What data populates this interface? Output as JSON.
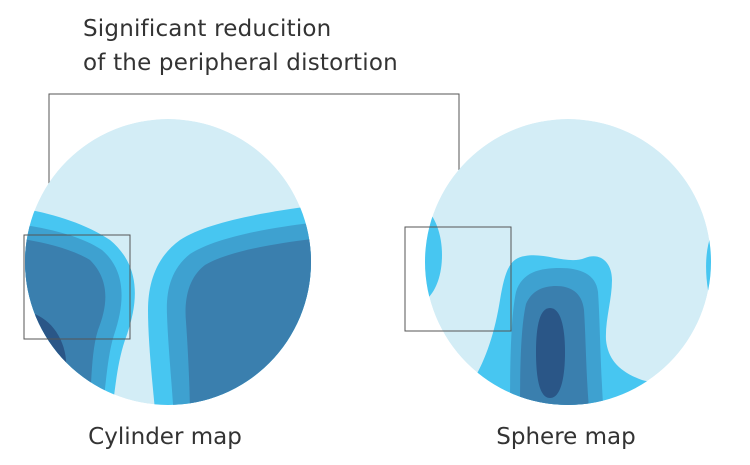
{
  "annotation": {
    "line1": "Significant reducition",
    "line2": "of the peripheral distortion"
  },
  "maps": [
    {
      "label": "Cylinder map"
    },
    {
      "label": "Sphere map"
    }
  ],
  "colors": {
    "background_circle": "#d3edf6",
    "band_1": "#47c6f1",
    "band_2": "#3ea1d0",
    "band_3": "#3a7fae",
    "band_4": "#2a5687",
    "callout_line": "#555555"
  }
}
